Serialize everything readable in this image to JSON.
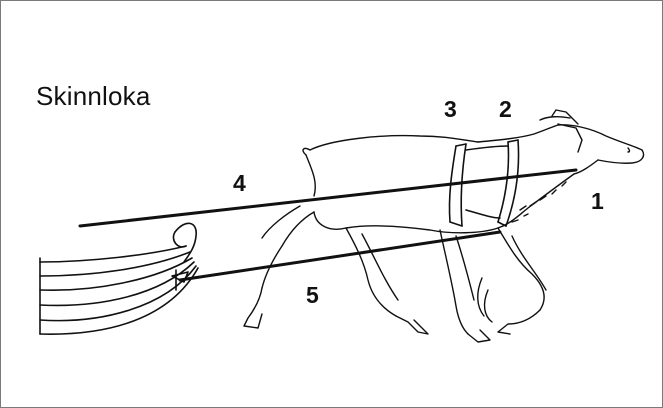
{
  "diagram": {
    "title": "Skinnloka",
    "callouts": [
      "1",
      "2",
      "3",
      "4",
      "5"
    ]
  },
  "colors": {
    "ink": "#111111",
    "frame": "#7a7a7a",
    "background": "#ffffff"
  }
}
